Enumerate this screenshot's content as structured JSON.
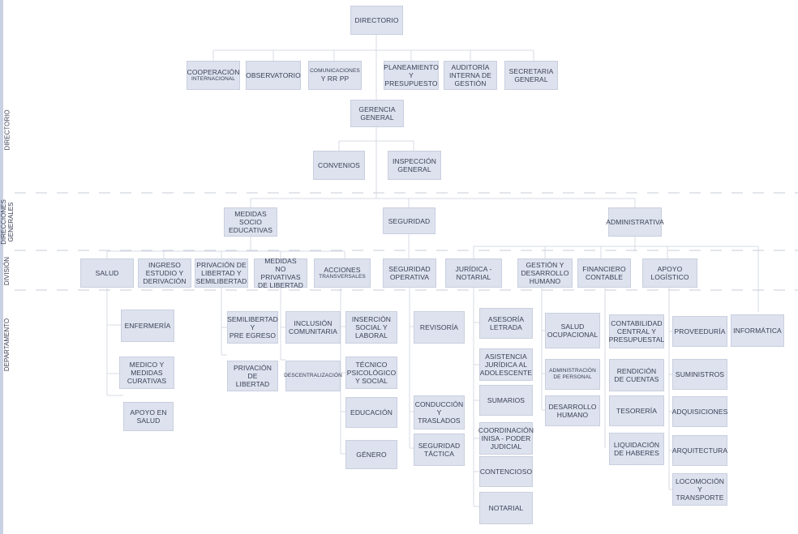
{
  "sections": {
    "directorio": "DIRECTORIO",
    "direcciones": "DIRECCIONES\nGENERALES",
    "division": "DIVISIÓN",
    "departamento": "DEPARTAMENTO"
  },
  "units": {
    "directorio": "DIRECTORIO",
    "cooperacion_a": "COOPERACIÓN",
    "cooperacion_b": "INTERNACIONAL",
    "observatorio": "OBSERVATORIO",
    "comunicaciones_a": "COMUNICACIONES",
    "comunicaciones_b": "Y RR PP",
    "planeamiento": "PLANEAMIENTO\nY\nPRESUPUESTO",
    "auditoria": "AUDITORÍA\nINTERNA DE\nGESTIÓN",
    "secretaria": "SECRETARIA\nGENERAL",
    "gerencia": "GERENCIA\nGENERAL",
    "convenios": "CONVENIOS",
    "inspeccion": "INSPECCIÓN\nGENERAL",
    "medidas_socio": "MEDIDAS\nSOCIO\nEDUCATIVAS",
    "seguridad": "SEGURIDAD",
    "administrativa": "ADMINISTRATIVA",
    "salud": "SALUD",
    "ingreso": "INGRESO\nESTUDIO Y\nDERIVACIÓN",
    "privacion_libertad": "PRIVACIÓN DE\nLIBERTAD Y\nSEMILIBERTAD",
    "medidas_no_priv": "MEDIDAS\nNO PRIVATIVAS\nDE LIBERTAD",
    "acciones_a": "ACCIONES",
    "acciones_b": "TRANSVERSALES",
    "seguridad_operativa": "SEGURIDAD\nOPERATIVA",
    "juridica": "JURÍDICA -\nNOTARIAL",
    "gestion": "GESTIÓN Y\nDESARROLLO\nHUMANO",
    "financiero": "FINANCIERO\nCONTABLE",
    "apoyo_logistico": "APOYO\nLOGÍSTICO",
    "enfermeria": "ENFERMERÍA",
    "medico": "MEDICO Y\nMEDIDAS\nCURATIVAS",
    "apoyo_salud": "APOYO EN\nSALUD",
    "semilibertad": "SEMILIBERTAD\nY\nPRE EGRESO",
    "privacion_de_libertad": "PRIVACIÓN\nDE\nLIBERTAD",
    "inclusion": "INCLUSIÓN\nCOMUNITARIA",
    "descentralizacion": "DESCENTRALIZACIÓN",
    "insercion": "INSERCIÓN\nSOCIAL Y\nLABORAL",
    "tecnico": "TÉCNICO\nPSICOLÓGICO\nY SOCIAL",
    "educacion": "EDUCACIÓN",
    "genero": "GÉNERO",
    "revisoria": "REVISORÍA",
    "conduccion": "CONDUCCIÓN\nY\nTRASLADOS",
    "seguridad_tactica": "SEGURIDAD\nTÁCTICA",
    "asesoria": "ASESORÍA\nLETRADA",
    "asistencia": "ASISTENCIA\nJURÍDICA AL\nADOLESCENTE",
    "sumarios": "SUMARIOS",
    "coordinacion": "COORDINACIÓN\nINISA - PODER\nJUDICIAL",
    "contencioso": "CONTENCIOSO",
    "notarial": "NOTARIAL",
    "salud_ocupacional": "SALUD\nOCUPACIONAL",
    "administracion_personal": "ADMINISTRACIÓN\nDE PERSONAL",
    "desarrollo_humano": "DESARROLLO\nHUMANO",
    "contabilidad": "CONTABILIDAD\nCENTRAL Y\nPRESUPUESTAL",
    "rendicion": "RENDICIÓN\nDE CUENTAS",
    "tesoreria": "TESORERÍA",
    "liquidacion": "LIQUIDACIÓN\nDE HABERES",
    "proveeduria": "PROVEEDURÍA",
    "suministros": "SUMINISTROS",
    "adquisiciones": "ADQUISICIONES",
    "arquitectura": "ARQUITECTURA",
    "locomocion": "LOCOMOCIÓN\nY\nTRANSPORTE",
    "informatica": "INFORMÁTICA"
  },
  "colors": {
    "box_fill": "#dde2ee",
    "box_border": "#c9cfdf",
    "connector": "#d7dbe5",
    "text": "#3a3f55"
  }
}
